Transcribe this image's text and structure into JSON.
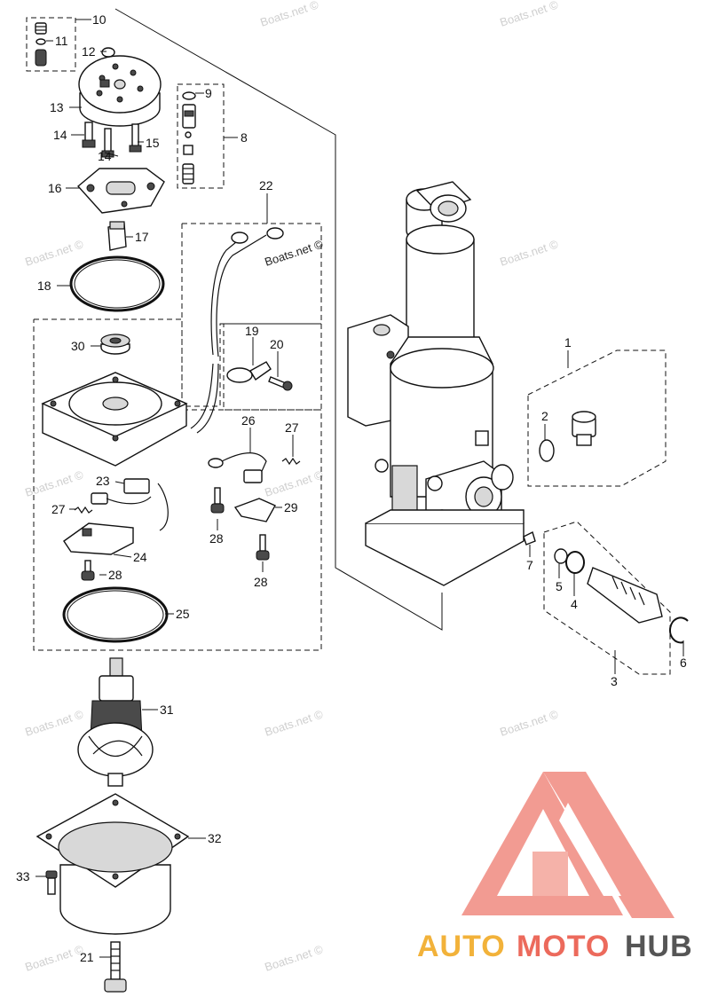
{
  "watermark": "Boats.net ©",
  "brand": {
    "part1": "AUTO",
    "part2": "MOTO",
    "part3": "HUB",
    "logo_color": "#ec6a5c"
  },
  "callouts": {
    "c1": "1",
    "c2": "2",
    "c3": "3",
    "c4": "4",
    "c5": "5",
    "c6": "6",
    "c7": "7",
    "c8": "8",
    "c9": "9",
    "c10": "10",
    "c11": "11",
    "c12": "12",
    "c13": "13",
    "c14a": "14",
    "c14b": "14",
    "c15": "15",
    "c16": "16",
    "c17": "17",
    "c18": "18",
    "c19": "19",
    "c20": "20",
    "c21": "21",
    "c22": "22",
    "c23": "23",
    "c24": "24",
    "c25": "25",
    "c26": "26",
    "c27a": "27",
    "c27b": "27",
    "c28a": "28",
    "c28b": "28",
    "c28c": "28",
    "c29": "29",
    "c30": "30",
    "c31": "31",
    "c32": "32",
    "c33": "33"
  }
}
